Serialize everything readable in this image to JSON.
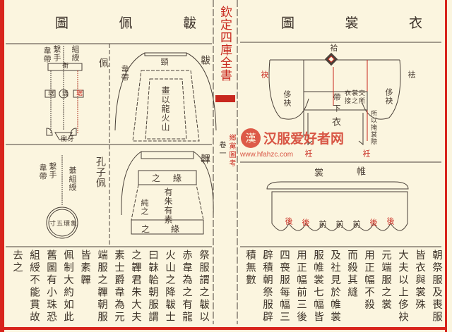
{
  "spine": {
    "title": "欽定四庫全書",
    "volume": "卷一",
    "section": "鄉黨圖考"
  },
  "left_page": {
    "heading": [
      "圖",
      "佩",
      "韍"
    ],
    "labels": {
      "pei": "佩",
      "fu": "韍",
      "bi": "韠",
      "kongzi_pei": "孔子佩",
      "heng": "衡",
      "zu_shou": "組綬",
      "xi_shou": "繫手",
      "wei_dai": "韋帶",
      "ju": "琚",
      "yu": "瑀",
      "huang": "璜",
      "chong_ya": "衝牙",
      "jing": "頸",
      "fu_text": "畫以龍火山",
      "zhi_yuan": "之緣",
      "chun": "純之",
      "bi_text": "有朱有素",
      "yu_ring": "寸五環象",
      "zhi_zu": "綦組綬"
    },
    "text_columns": [
      "祭服謂之韍以",
      "赤韋為之有龍",
      "火山之降韍士",
      "曰韎韐朝服謂",
      "之韠君朱大夫",
      "素士爵韋為元",
      "端服之韠朝服",
      "皆素韠",
      "佩制大約如此",
      "舊圖有小珠恐",
      "組綬不能貫故",
      "去之"
    ]
  },
  "right_page": {
    "heading": [
      "圖",
      "裳",
      "衣"
    ],
    "labels": {
      "jie": "袷",
      "mei": "袂",
      "qu": "袪",
      "mei2": "侈袂",
      "mei3": "侈袂",
      "dai": "帶",
      "xia": "下",
      "yi": "衣",
      "ren": "衽",
      "ren2": "衽",
      "note1": "所以掩裳際",
      "note2": "衣裳交接之所",
      "shang": "裳",
      "wei": "帷",
      "front": "前",
      "back": "後"
    },
    "text_columns": [
      "朝祭服及喪服",
      "皆衣與裳殊",
      "大夫以上侈袂",
      "元端服之裳",
      "用正幅不殺",
      "而殺其縫",
      "及社見於帷裳",
      "服帷裳七幅皆",
      "用正幅前三後",
      "四喪服每幅三",
      "辟積朝祭服辟",
      "積無數"
    ]
  },
  "watermark": {
    "title": "汉服爱好者网",
    "url": "www.hfahzc.com",
    "seal": "漢"
  },
  "colors": {
    "paper": "#fbf5df",
    "red": "#d8241c",
    "ink": "#3a3028"
  }
}
